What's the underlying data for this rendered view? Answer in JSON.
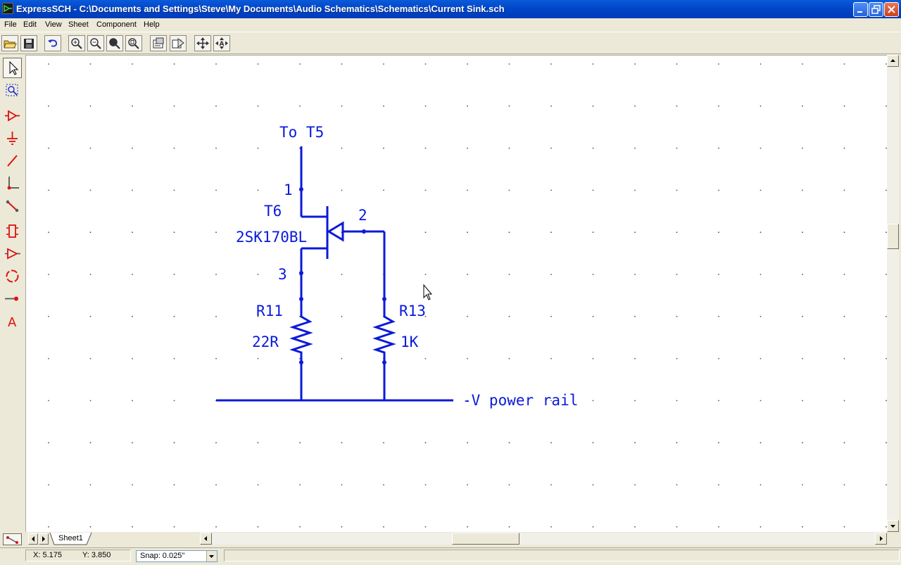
{
  "window": {
    "title": "ExpressSCH - C:\\Documents and Settings\\Steve\\My Documents\\Audio Schematics\\Schematics\\Current Sink.sch"
  },
  "menu": [
    "File",
    "Edit",
    "View",
    "Sheet",
    "Component",
    "Help"
  ],
  "toolbar": {
    "buttons": [
      "open-icon",
      "save-icon",
      "undo-icon",
      "zoom-in-icon",
      "zoom-out-icon",
      "zoom-area-icon",
      "zoom-page-icon",
      "properties-icon",
      "component-properties-icon",
      "pan-icon",
      "auto-pan-icon"
    ]
  },
  "left_tools": [
    "select-arrow-icon",
    "zoom-select-icon",
    "component-icon",
    "ground-icon",
    "wire-icon",
    "wire-corner-icon",
    "bus-icon",
    "ic-icon",
    "buffer-icon",
    "circle-icon",
    "junction-icon",
    "text-icon"
  ],
  "schematic": {
    "color": "#0a1ad9",
    "label_to": "To T5",
    "pin1": "1",
    "pin2": "2",
    "pin3": "3",
    "transistor_ref": "T6",
    "transistor_part": "2SK170BL",
    "r11_ref": "R11",
    "r11_value": "22R",
    "r13_ref": "R13",
    "r13_value": "1K",
    "rail_label": "-V power rail"
  },
  "tabs": {
    "sheet": "Sheet1"
  },
  "status": {
    "x": "X: 5.175",
    "y": "Y: 3.850",
    "snap": "Snap:  0.025\""
  }
}
